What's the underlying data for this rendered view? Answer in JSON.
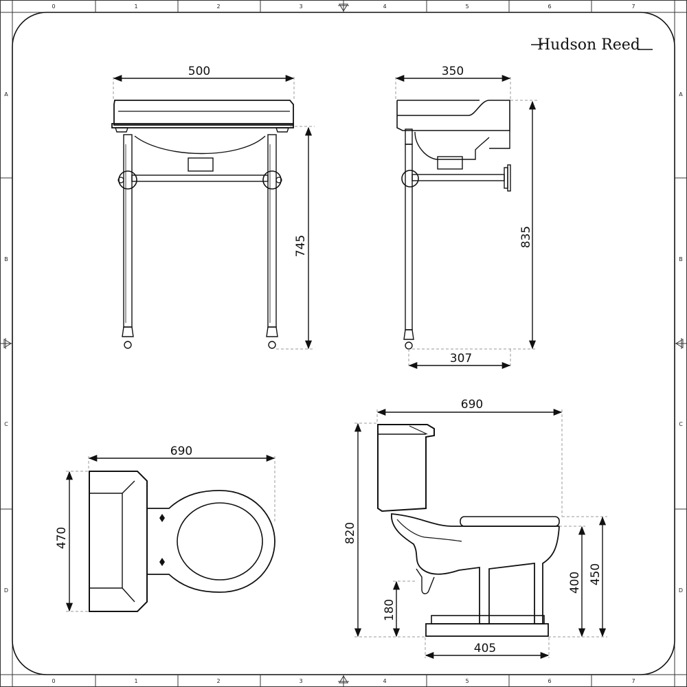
{
  "brand": {
    "name": "Hudson Reed"
  },
  "frame": {
    "columns": [
      "0",
      "1",
      "2",
      "3",
      "4",
      "5",
      "6",
      "7"
    ],
    "rows": [
      "A",
      "B",
      "C",
      "D"
    ]
  },
  "basin_front": {
    "width_label": "500",
    "height_label": "745"
  },
  "basin_side": {
    "depth_label": "350",
    "height_label": "835",
    "leg_depth_label": "307"
  },
  "toilet_plan": {
    "length_label": "690",
    "width_label": "470"
  },
  "toilet_side": {
    "length_label": "690",
    "height_label": "820",
    "waste_height_label": "180",
    "seat_height_label": "400",
    "rim_height_label": "450",
    "foot_width_label": "405"
  }
}
